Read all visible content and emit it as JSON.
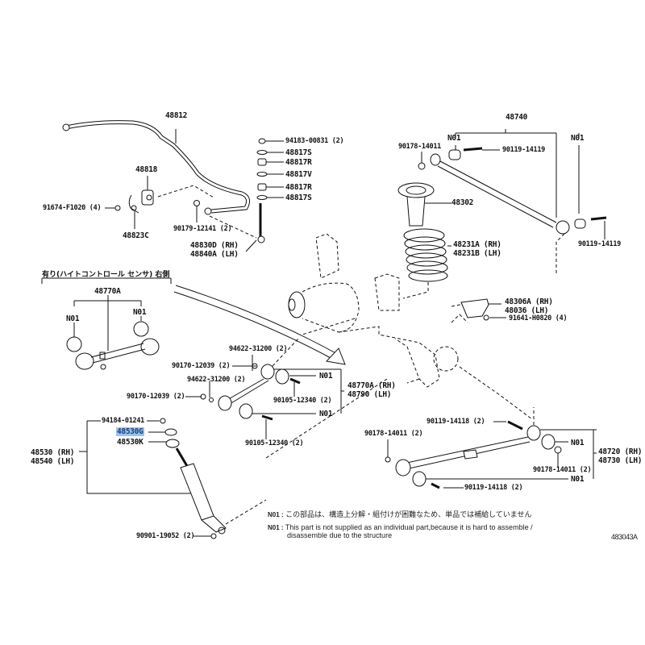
{
  "diagram": {
    "title_code": "483043A",
    "groups": {
      "stabilizer_bar": "48812",
      "stabilizer_bushing": "48818",
      "bushing_bracket": "48823C",
      "bracket_bolt": "91674-F1020 (4)",
      "stab_nut": "90179-12141 (2)",
      "stab_link_rh": "48830D (RH)",
      "stab_link_lh": "48840A (LH)",
      "link_stack": [
        "94183-00831 (2)",
        "48817S",
        "48817R",
        "48817V",
        "48817R",
        "48817S"
      ],
      "lateral_rod": "48740",
      "lateral_rod_n01_left": "N01",
      "lateral_rod_n01_right": "N01",
      "lateral_rod_nut": "90178-14011",
      "lateral_rod_bolt_top": "90119-14119",
      "lateral_rod_bolt_bottom": "90119-14119",
      "bump_stopper": "48302",
      "coil_spring_rh": "48231A (RH)",
      "coil_spring_lh": "48231B (LH)",
      "spring_seat_rh": "48306A (RH)",
      "spring_seat_lh": "48036 (LH)",
      "spring_seat_bolt": "91641-H0820 (4)",
      "sensor_caption": "有り(ハイトコントロール センサ) 右側",
      "upper_arm_sensor": "48770A",
      "upper_arm_sensor_n01_left": "N01",
      "upper_arm_sensor_n01_right": "N01",
      "washer_top": "94622-31200 (2)",
      "nut_top": "90170-12039 (2)",
      "washer_mid": "94622-31200 (2)",
      "nut_mid": "90170-12039 (2)",
      "upper_arm_bolt_top": "90105-12340 (2)",
      "upper_arm_bolt_bottom": "90105-12340 (2)",
      "upper_arm_n01_top": "N01",
      "upper_arm_n01_bottom": "N01",
      "upper_arm_rh": "48770A (RH)",
      "upper_arm_lh": "48790 (LH)",
      "lower_arm_bolt_top": "90119-14118 (2)",
      "lower_arm_nut_left": "90178-14011 (2)",
      "lower_arm_nut_right": "90178-14011 (2)",
      "lower_arm_bolt_bottom": "90119-14118 (2)",
      "lower_arm_n01_top": "N01",
      "lower_arm_n01_bottom": "N01",
      "lower_arm_rh": "48720 (RH)",
      "lower_arm_lh": "48730 (LH)",
      "shock_nut": "94184-01241",
      "shock_cushion_highlighted": "48530G",
      "shock_cushion": "48530K",
      "shock_rh": "48530 (RH)",
      "shock_lh": "48540 (LH)",
      "shock_bolt": "90901-19052 (2)"
    },
    "notes": {
      "jp_label": "N01 :",
      "jp_text": "この部品は、構造上分解・組付けが困難なため、単品では補給していません",
      "en_label": "N01 :",
      "en_line1": "This part is not supplied as an individual part,because it is hard to assemble /",
      "en_line2": "disassemble due to the structure"
    },
    "colors": {
      "highlight_bg": "#9cc3ee",
      "highlight_text": "#1b3f7a",
      "line": "#111111"
    }
  }
}
